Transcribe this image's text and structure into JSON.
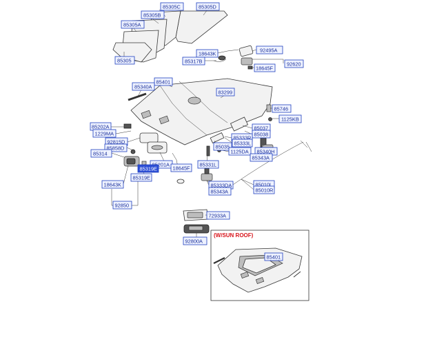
{
  "labels": [
    {
      "id": "85305C",
      "text": "85305C"
    },
    {
      "id": "85305D",
      "text": "85305D"
    },
    {
      "id": "85305B",
      "text": "85305B"
    },
    {
      "id": "85305A",
      "text": "85305A"
    },
    {
      "id": "85305",
      "text": "85305"
    },
    {
      "id": "18643K-top",
      "text": "18643K"
    },
    {
      "id": "92495A",
      "text": "92495A"
    },
    {
      "id": "85317B",
      "text": "85317B"
    },
    {
      "id": "92620",
      "text": "92620"
    },
    {
      "id": "18645F",
      "text": "18645F"
    },
    {
      "id": "85401",
      "text": "85401"
    },
    {
      "id": "85340A",
      "text": "85340A"
    },
    {
      "id": "83299",
      "text": "83299"
    },
    {
      "id": "85746",
      "text": "85746"
    },
    {
      "id": "1125KB",
      "text": "1125KB"
    },
    {
      "id": "85202A",
      "text": "85202A"
    },
    {
      "id": "1229MA",
      "text": "1229MA"
    },
    {
      "id": "85037",
      "text": "85037"
    },
    {
      "id": "85038",
      "text": "85038"
    },
    {
      "id": "85333R",
      "text": "85333R"
    },
    {
      "id": "85333L",
      "text": "85333L"
    },
    {
      "id": "92815D",
      "text": "92815D"
    },
    {
      "id": "85858D",
      "text": "85858D"
    },
    {
      "id": "85035",
      "text": "85035"
    },
    {
      "id": "1125DA",
      "text": "1125DA"
    },
    {
      "id": "85340H",
      "text": "85340H"
    },
    {
      "id": "85343A-r",
      "text": "85343A"
    },
    {
      "id": "85314",
      "text": "85314"
    },
    {
      "id": "85331L",
      "text": "85331L"
    },
    {
      "id": "85201A",
      "text": "85201A"
    },
    {
      "id": "85319E-hl",
      "text": "85319E"
    },
    {
      "id": "18645F-b",
      "text": "18645F"
    },
    {
      "id": "85319E",
      "text": "85319E"
    },
    {
      "id": "18643K",
      "text": "18643K"
    },
    {
      "id": "85333DA",
      "text": "85333DA"
    },
    {
      "id": "85343A",
      "text": "85343A"
    },
    {
      "id": "85010L",
      "text": "85010L"
    },
    {
      "id": "85010R",
      "text": "85010R"
    },
    {
      "id": "92850",
      "text": "92850"
    },
    {
      "id": "72933A",
      "text": "72933A"
    },
    {
      "id": "92800A",
      "text": "92800A"
    },
    {
      "id": "85401-inset",
      "text": "85401"
    }
  ],
  "inset": {
    "title": "(W/SUN ROOF)"
  },
  "colors": {
    "label_border": "#1f3fbf",
    "label_text": "#1a2f9a",
    "highlight": "#2d4fd6",
    "inset_title": "#d8141b"
  }
}
